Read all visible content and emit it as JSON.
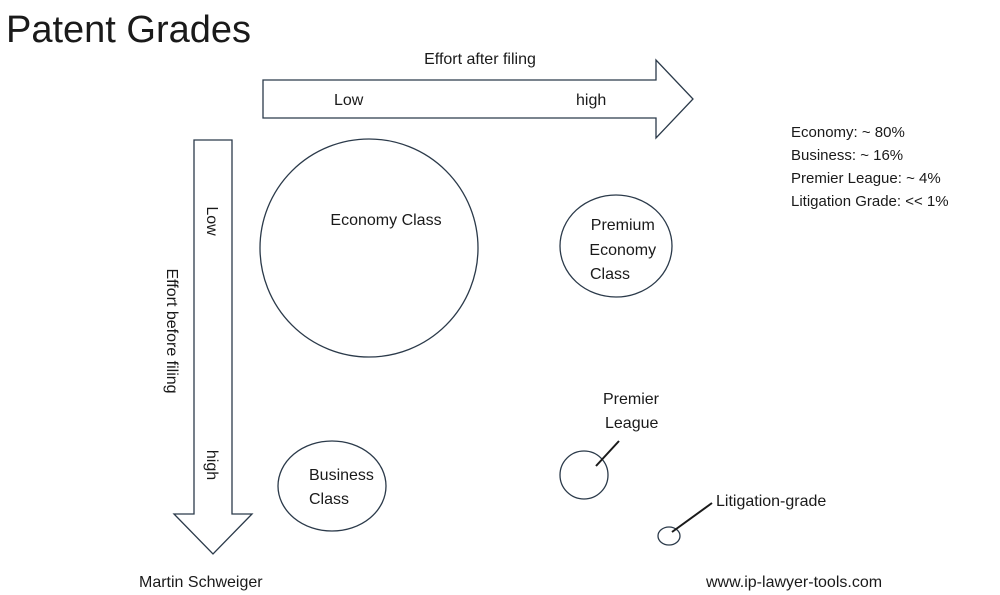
{
  "title": "Patent Grades",
  "axes": {
    "horizontal": {
      "label": "Effort after filing",
      "low": "Low",
      "high": "high"
    },
    "vertical": {
      "label": "Effort before filing",
      "low": "Low",
      "high": "high"
    }
  },
  "classes": {
    "economy": [
      "Economy Class"
    ],
    "premium_economy": [
      "Premium",
      "Economy",
      "Class"
    ],
    "business": [
      "Business",
      "Class"
    ],
    "premier_league": [
      "Premier",
      "League"
    ],
    "litigation": [
      "Litigation-grade"
    ]
  },
  "shares": [
    "Economy: ~ 80%",
    "Business: ~ 16%",
    "Premier League:  ~ 4%",
    "Litigation Grade: << 1%"
  ],
  "footer": {
    "author": "Martin Schweiger",
    "website": "www.ip-lawyer-tools.com"
  }
}
